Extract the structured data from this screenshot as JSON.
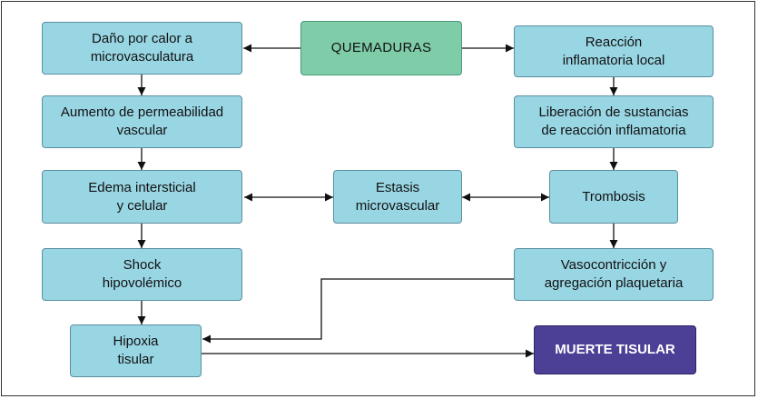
{
  "nodes": {
    "quemaduras": "QUEMADURAS",
    "dano_calor": "Daño por calor a\nmicrovasculatura",
    "reaccion_inflamatoria": "Reacción\ninflamatoria local",
    "aumento_permeabilidad": "Aumento de permeabilidad\nvascular",
    "liberacion_sustancias": "Liberación de sustancias\nde reacción inflamatoria",
    "edema": "Edema intersticial\ny celular",
    "estasis": "Estasis\nmicrovascular",
    "trombosis": "Trombosis",
    "shock": "Shock\nhipovolémico",
    "vasoconstriccion": "Vasocontricción y\nagregación plaquetaria",
    "hipoxia": "Hipoxia\ntisular",
    "muerte_tisular": "MUERTE TISULAR"
  },
  "colors": {
    "node_fill": "#99d6e4",
    "root_fill": "#7fcca8",
    "outcome_fill": "#4b3f96",
    "arrow": "#111111"
  }
}
